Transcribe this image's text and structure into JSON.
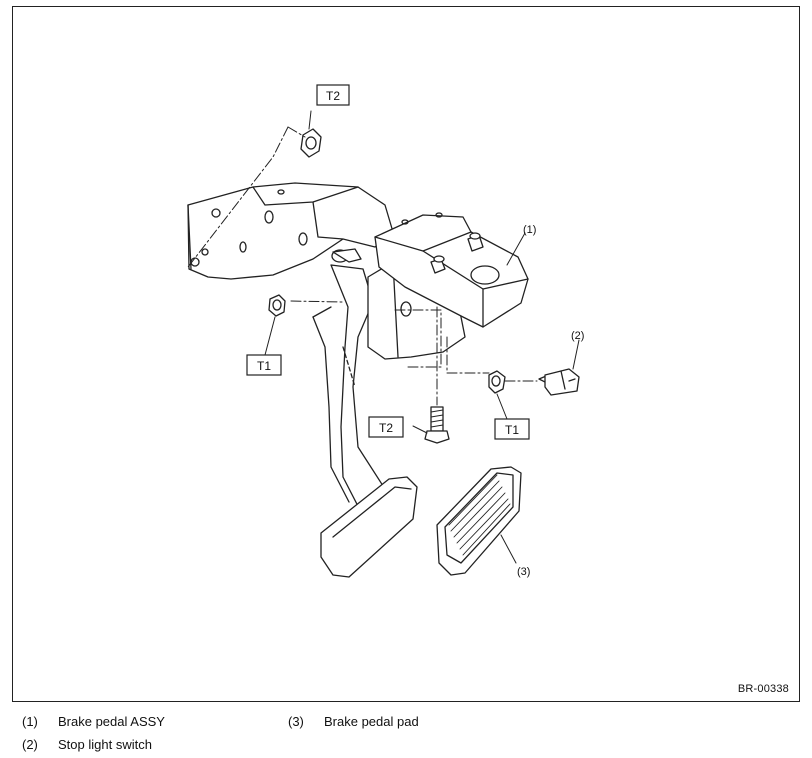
{
  "figure": {
    "callouts": {
      "c1": "(1)",
      "c2": "(2)",
      "c3": "(3)"
    },
    "torque_labels": {
      "t2_top": "T2",
      "t1_left": "T1",
      "t2_bottom": "T2",
      "t1_right": "T1"
    },
    "figure_id": "BR-00338"
  },
  "legend": [
    {
      "number": "(1)",
      "text": "Brake pedal ASSY"
    },
    {
      "number": "(2)",
      "text": "Stop light switch"
    },
    {
      "number": "(3)",
      "text": "Brake pedal pad"
    }
  ]
}
